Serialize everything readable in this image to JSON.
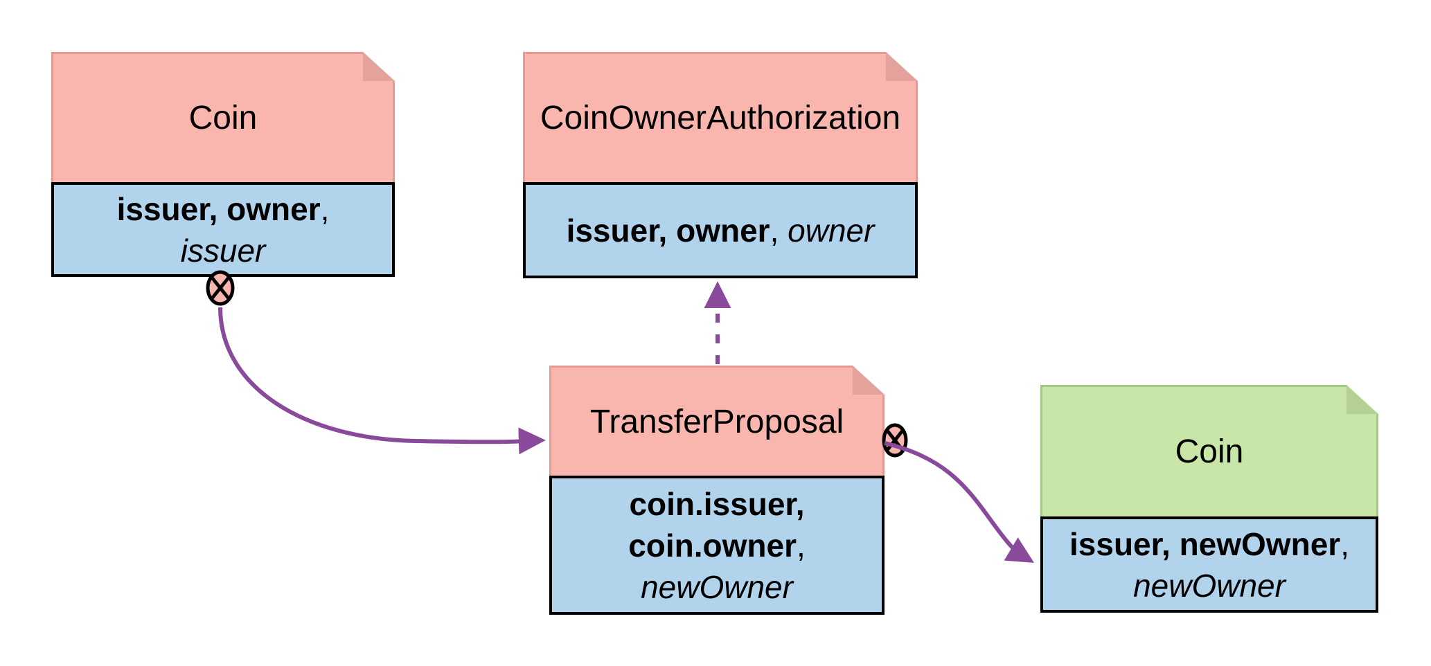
{
  "nodes": {
    "coin_archived": {
      "title": "Coin",
      "signatories": "issuer, owner",
      "separator": ",",
      "controllers": "issuer"
    },
    "coin_owner_authorization": {
      "title": "CoinOwnerAuthorization",
      "signatories": "issuer, owner",
      "separator": ", ",
      "controllers": "owner"
    },
    "transfer_proposal": {
      "title": "TransferProposal",
      "signatories_line1": "coin.issuer,",
      "signatories_line2": "coin.owner",
      "separator": ",",
      "controllers": "newOwner"
    },
    "coin_new": {
      "title": "Coin",
      "signatories": "issuer, newOwner",
      "separator": ",",
      "controllers": "newOwner"
    }
  },
  "icons": {
    "archive_symbol": "circled-x"
  },
  "colors": {
    "template_header_fill": "#f9b6ae",
    "template_header_border": "#e69992",
    "template_fold": "#e3a29b",
    "contract_header_fill": "#c9e6a9",
    "contract_header_border": "#a4c885",
    "contract_fold": "#b4d092",
    "body_fill": "#b2d3ec",
    "body_border": "#000000",
    "connector_purple": "#8a4a9b",
    "archive_icon_fill": "#f9b6ae",
    "background": "#ffffff"
  }
}
